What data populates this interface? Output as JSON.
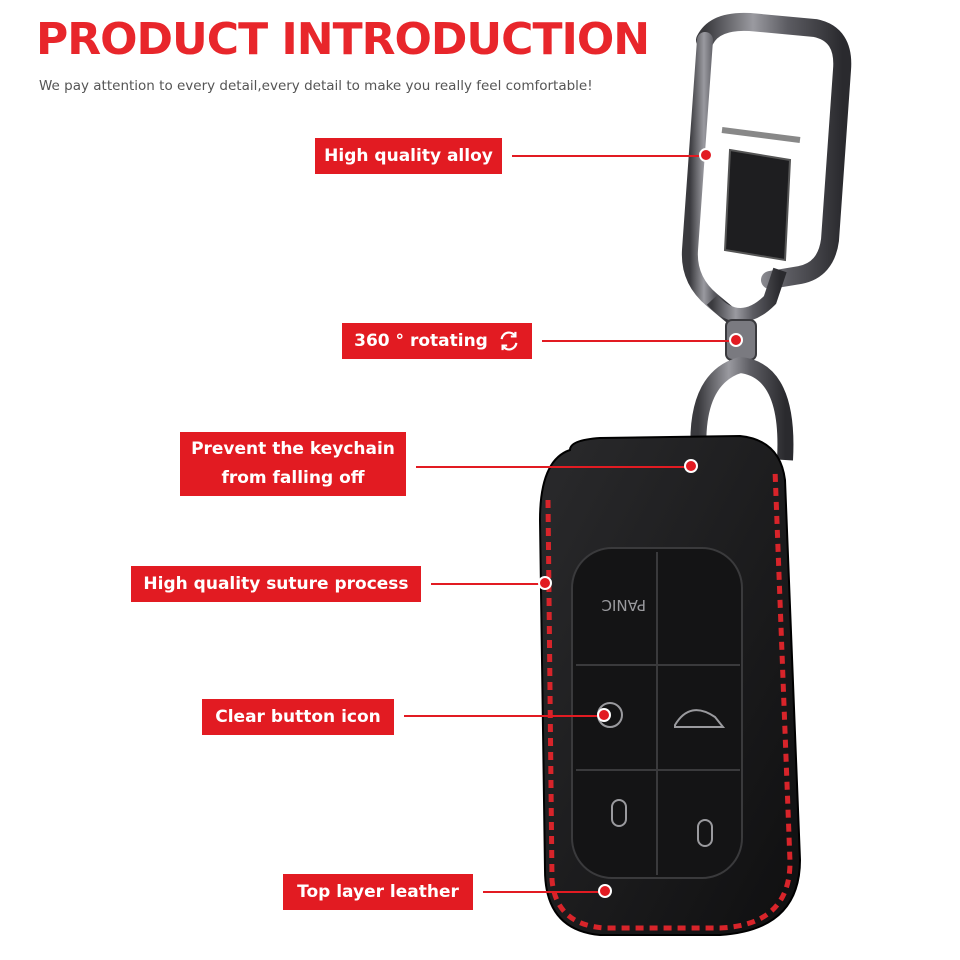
{
  "header": {
    "title": "PRODUCT INTRODUCTION",
    "subtitle": "We pay attention to every detail,every detail to make you really feel comfortable!"
  },
  "callouts": [
    {
      "label": "High quality alloy"
    },
    {
      "label": "360 ° rotating",
      "icon": "rotate-icon"
    },
    {
      "label": "Prevent the keychain\nfrom falling off"
    },
    {
      "label": "High quality suture process"
    },
    {
      "label": "Clear button icon"
    },
    {
      "label": "Top layer leather"
    }
  ],
  "product": {
    "panic_label": "PANIC"
  },
  "colors": {
    "accent": "#e21b22",
    "title": "#e8262b",
    "leather": "#1b1b1d",
    "stitch": "#d8242a",
    "metal": "#6e6e72"
  }
}
